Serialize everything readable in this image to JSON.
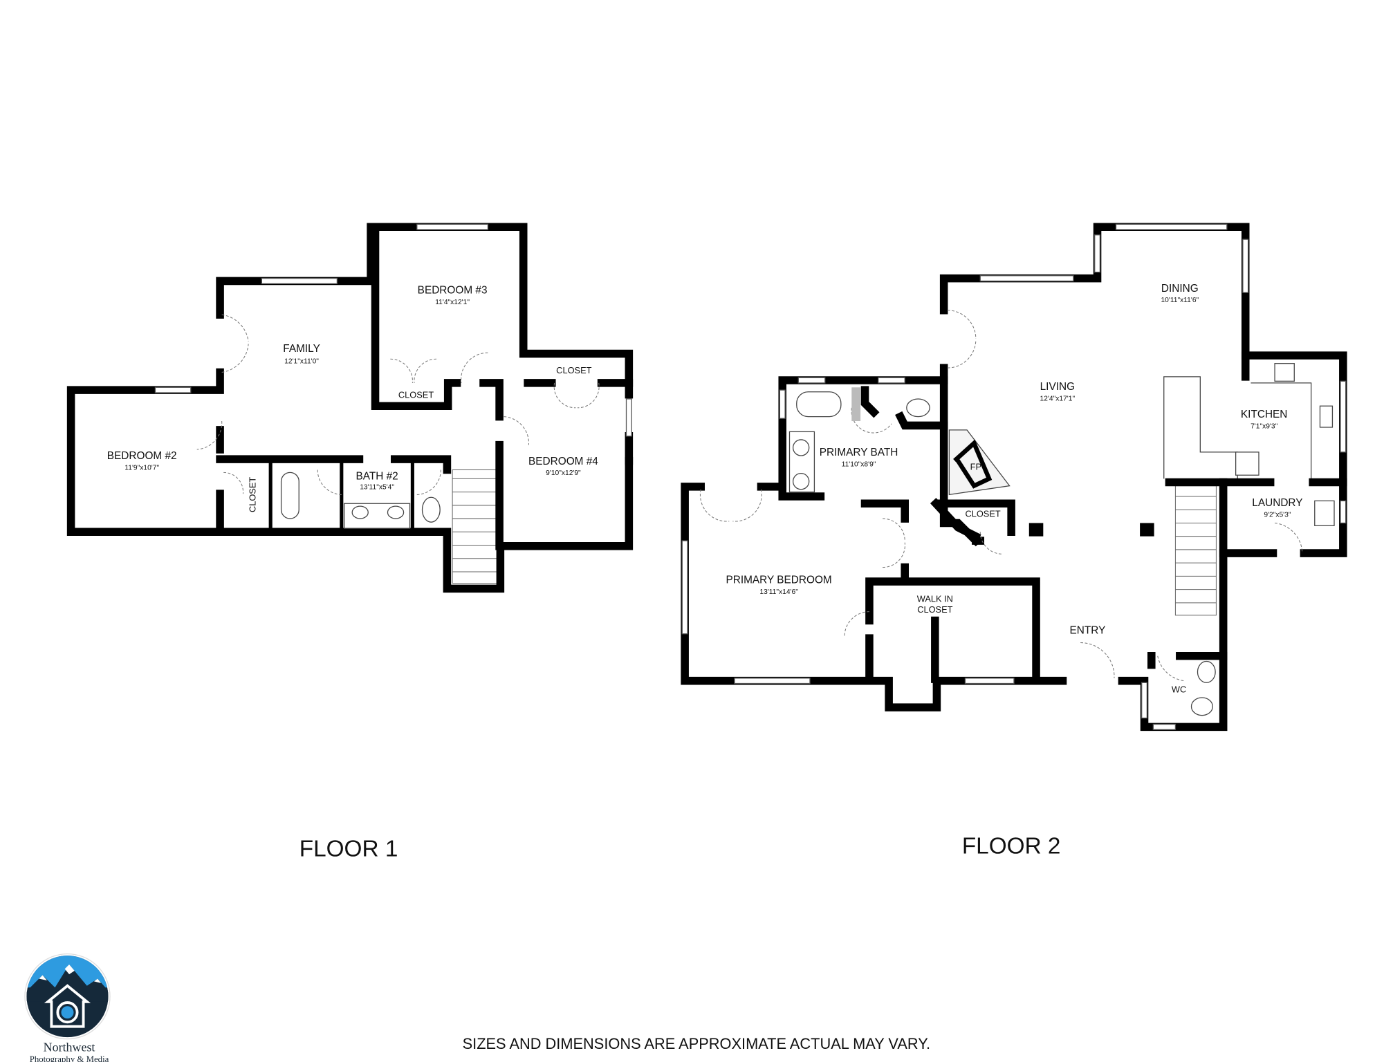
{
  "floor1": {
    "label": "FLOOR 1",
    "rooms": [
      {
        "name": "FAMILY",
        "dims": "12'1\"x11'0\""
      },
      {
        "name": "BEDROOM #3",
        "dims": "11'4\"x12'1\""
      },
      {
        "name": "BEDROOM #2",
        "dims": "11'9\"x10'7\""
      },
      {
        "name": "BEDROOM #4",
        "dims": "9'10\"x12'9\""
      },
      {
        "name": "BATH #2",
        "dims": "13'11\"x5'4\""
      }
    ],
    "closets": [
      "CLOSET",
      "CLOSET",
      "CLOSET"
    ]
  },
  "floor2": {
    "label": "FLOOR 2",
    "rooms": [
      {
        "name": "DINING",
        "dims": "10'11\"x11'6\""
      },
      {
        "name": "LIVING",
        "dims": "12'4\"x17'1\""
      },
      {
        "name": "KITCHEN",
        "dims": "7'1\"x9'3\""
      },
      {
        "name": "PRIMARY BATH",
        "dims": "11'10\"x8'9\""
      },
      {
        "name": "LAUNDRY",
        "dims": "9'2\"x5'3\""
      },
      {
        "name": "PRIMARY BEDROOM",
        "dims": "13'11\"x14'6\""
      }
    ],
    "labels": {
      "closet": "CLOSET",
      "walk_in_1": "WALK IN",
      "walk_in_2": "CLOSET",
      "entry": "ENTRY",
      "wc": "WC",
      "fp": "FP"
    }
  },
  "disclaimer": "SIZES AND DIMENSIONS ARE APPROXIMATE ACTUAL MAY VARY.",
  "logo": {
    "line1": "Northwest",
    "line2": "Photography & Media"
  },
  "colors": {
    "wall": "#000000",
    "logo_sky": "#2e9be0",
    "logo_dark": "#15293a"
  }
}
